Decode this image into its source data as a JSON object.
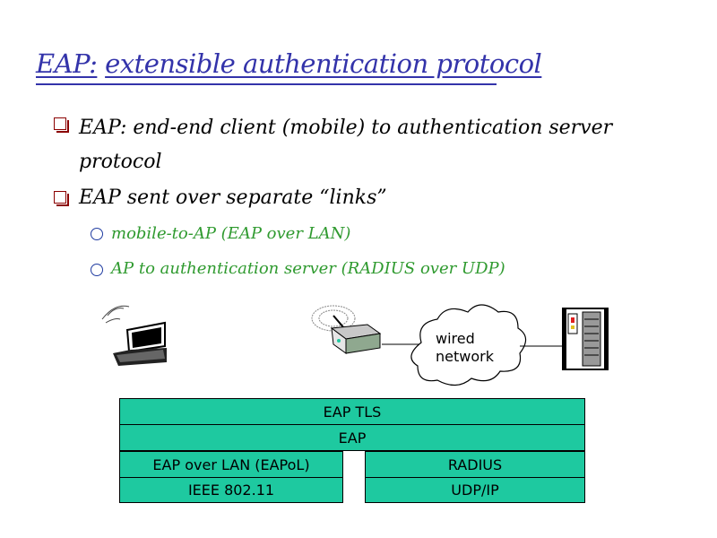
{
  "slide": {
    "title_part1": "EAP:",
    "title_part2": "extensible authentication protocol",
    "bullets": [
      {
        "line1": "EAP: end-end client (mobile) to authentication server",
        "line2": "protocol"
      },
      {
        "line1": "EAP sent over separate “links”"
      }
    ],
    "sub_bullets": [
      "mobile-to-AP (EAP over LAN)",
      "AP to authentication server (RADIUS over UDP)"
    ]
  },
  "diagram": {
    "cloud_line1": "wired",
    "cloud_line2": "network",
    "stack": {
      "eap_tls": "EAP TLS",
      "eap": "EAP",
      "eapol": "EAP over LAN (EAPoL)",
      "ieee": "IEEE 802.11",
      "radius": "RADIUS",
      "udpip": "UDP/IP"
    }
  },
  "colors": {
    "title": "#3333aa",
    "sub_bullet_text": "#2f9a2f",
    "stack_fill": "#1ec9a0"
  }
}
